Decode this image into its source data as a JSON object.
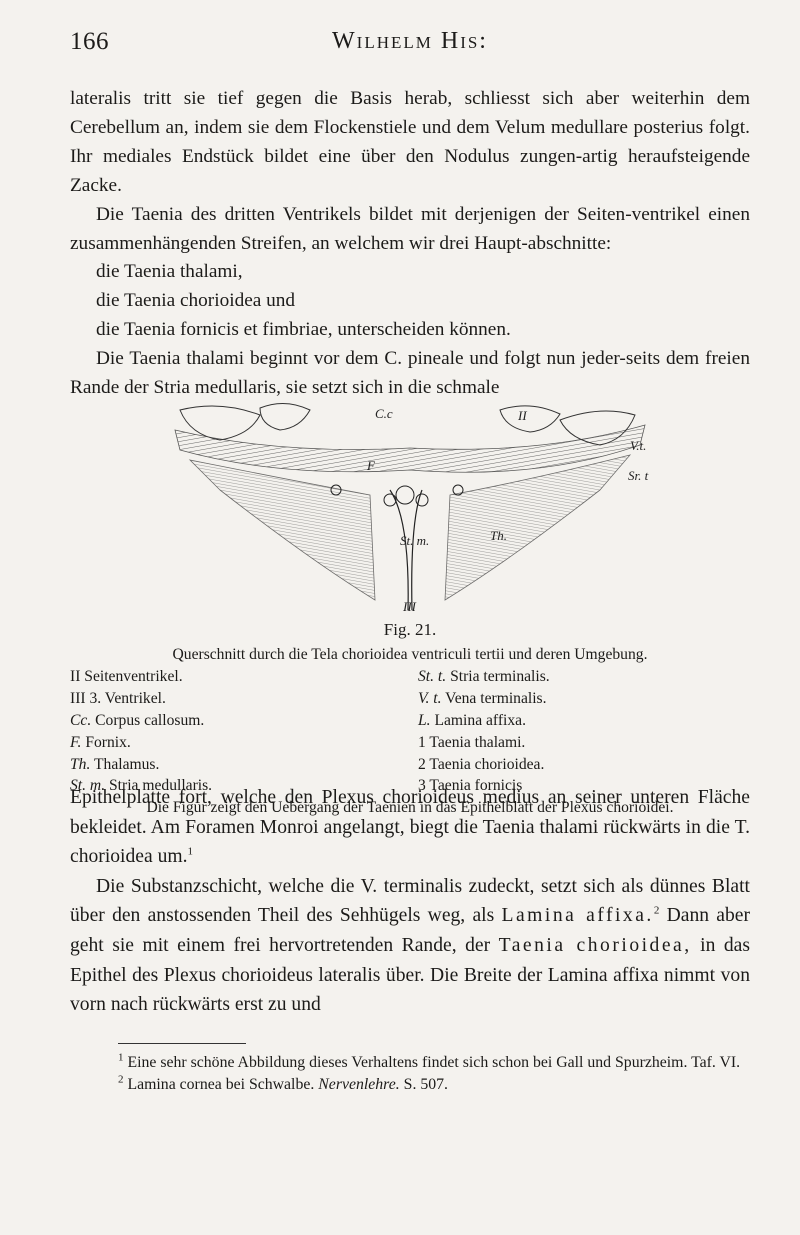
{
  "header": {
    "page_number": "166",
    "running_head": "Wilhelm His:"
  },
  "body_top": [
    {
      "text": "lateralis tritt sie tief gegen die Basis herab, schliesst sich aber weiterhin dem Cerebellum an, indem sie dem Flockenstiele und dem Velum medullare posterius folgt. Ihr mediales Endstück bildet eine über den Nodulus zungen-artig heraufsteigende Zacke."
    },
    {
      "text": "Die Taenia des dritten Ventrikels bildet mit derjenigen der Seiten-ventrikel einen zusammenhängenden Streifen, an welchem wir drei Haupt-abschnitte:"
    },
    {
      "text": "die Taenia thalami,"
    },
    {
      "text": "die Taenia chorioidea und"
    },
    {
      "text": "die Taenia fornicis et fimbriae, unterscheiden können."
    },
    {
      "text": "Die Taenia thalami beginnt vor dem C. pineale und folgt nun jeder-seits dem freien Rande der Stria medullaris, sie setzt sich in die schmale"
    }
  ],
  "figure": {
    "labels": {
      "cc": "C.c",
      "f": "F",
      "two_roman": "II",
      "vt": "V.t.",
      "srt": "Sr. t",
      "stm": "St. m.",
      "th": "Th.",
      "three_roman": "III"
    },
    "number": "Fig. 21.",
    "title": "Querschnitt durch die Tela chorioidea ventriculi tertii und deren Umgebung.",
    "legend_left": [
      {
        "abbr": "II",
        "text": "Seitenventrikel."
      },
      {
        "abbr": "III",
        "text": "3. Ventrikel."
      },
      {
        "abbr": "Cc.",
        "text": "Corpus callosum."
      },
      {
        "abbr": "F.",
        "text": "Fornix."
      },
      {
        "abbr": "Th.",
        "text": "Thalamus."
      },
      {
        "abbr": "St. m.",
        "text": "Stria medullaris."
      }
    ],
    "legend_right": [
      {
        "abbr": "St. t.",
        "text": "Stria terminalis."
      },
      {
        "abbr": "V. t.",
        "text": "Vena terminalis."
      },
      {
        "abbr": "L.",
        "text": "Lamina affixa."
      },
      {
        "abbr": "1",
        "text": "Taenia thalami."
      },
      {
        "abbr": "2",
        "text": "Taenia chorioidea."
      },
      {
        "abbr": "3",
        "text": "Taenia fornicis"
      }
    ],
    "note": "Die Figur zeigt den Uebergang der Taenien in das Epithelblatt der Plexus chorioidei."
  },
  "body_bottom": {
    "p1": "Epithelplatte fort, welche den Plexus chorioideus medius an seiner unteren Fläche bekleidet. Am Foramen Monroi angelangt, biegt die Taenia thalami rückwärts in die T. chorioidea um.",
    "p1_fn": "1",
    "p2a": "Die Substanzschicht, welche die V. terminalis zudeckt, setzt sich als dünnes Blatt über den anstossenden Theil des Sehhügels weg, als",
    "p2b": "Lamina affixa.",
    "p2_fn": "2",
    "p2c": "Dann aber geht sie mit einem frei hervortretenden Rande, der",
    "p2d": "Taenia chorioidea,",
    "p2e": "in das Epithel des Plexus chorioideus lateralis über. Die Breite der Lamina affixa nimmt von vorn nach rückwärts erst zu und"
  },
  "footnotes": [
    {
      "mark": "1",
      "text": "Eine sehr schöne Abbildung dieses Verhaltens findet sich schon bei Gall und Spurzheim. Taf. VI."
    },
    {
      "mark": "2",
      "text_a": "Lamina cornea bei Schwalbe.",
      "text_b": "Nervenlehre.",
      "text_c": "S. 507."
    }
  ]
}
